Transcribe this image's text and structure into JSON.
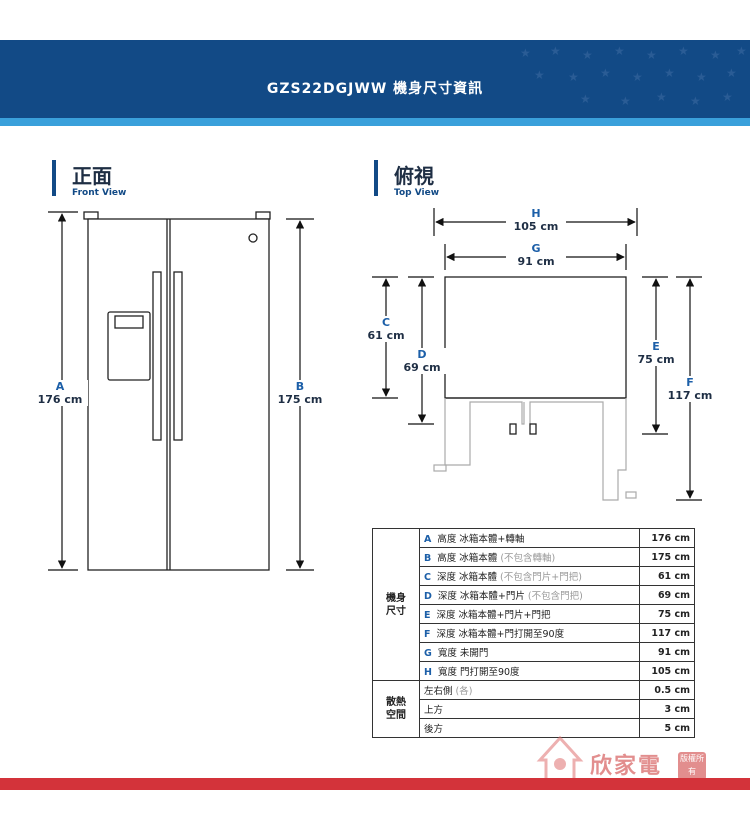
{
  "header": {
    "title": "GZS22DGJWW 機身尺寸資訊"
  },
  "front": {
    "title": "正面",
    "subtitle": "Front View"
  },
  "top": {
    "title": "俯視",
    "subtitle": "Top View"
  },
  "dims": {
    "A": {
      "letter": "A",
      "value": "176 cm"
    },
    "B": {
      "letter": "B",
      "value": "175 cm"
    },
    "C": {
      "letter": "C",
      "value": "61 cm"
    },
    "D": {
      "letter": "D",
      "value": "69 cm"
    },
    "E": {
      "letter": "E",
      "value": "75 cm"
    },
    "F": {
      "letter": "F",
      "value": "117 cm"
    },
    "G": {
      "letter": "G",
      "value": "91 cm"
    },
    "H": {
      "letter": "H",
      "value": "105 cm"
    }
  },
  "table": {
    "group1": "機身\n尺寸",
    "group2": "散熱\n空間",
    "rows": [
      {
        "letter": "A",
        "label": "高度 冰箱本體+轉軸",
        "note": "",
        "value": "176 cm"
      },
      {
        "letter": "B",
        "label": "高度 冰箱本體",
        "note": "(不包含轉軸)",
        "value": "175 cm"
      },
      {
        "letter": "C",
        "label": "深度 冰箱本體",
        "note": "(不包含門片+門把)",
        "value": "61 cm"
      },
      {
        "letter": "D",
        "label": "深度 冰箱本體+門片",
        "note": "(不包含門把)",
        "value": "69 cm"
      },
      {
        "letter": "E",
        "label": "深度 冰箱本體+門片+門把",
        "note": "",
        "value": "75 cm"
      },
      {
        "letter": "F",
        "label": "深度 冰箱本體+門打開至90度",
        "note": "",
        "value": "117 cm"
      },
      {
        "letter": "G",
        "label": "寬度 未開門",
        "note": "",
        "value": "91 cm"
      },
      {
        "letter": "H",
        "label": "寬度 門打開至90度",
        "note": "",
        "value": "105 cm"
      }
    ],
    "space": [
      {
        "label": "左右側",
        "note": "(各)",
        "value": "0.5 cm"
      },
      {
        "label": "上方",
        "note": "",
        "value": "3 cm"
      },
      {
        "label": "後方",
        "note": "",
        "value": "5 cm"
      }
    ]
  },
  "watermark": {
    "text": "欣家電",
    "badge": "版權所有"
  },
  "colors": {
    "navy": "#124a86",
    "accent": "#3aa0db",
    "red": "#d3333a",
    "letter": "#1c5fa8"
  }
}
